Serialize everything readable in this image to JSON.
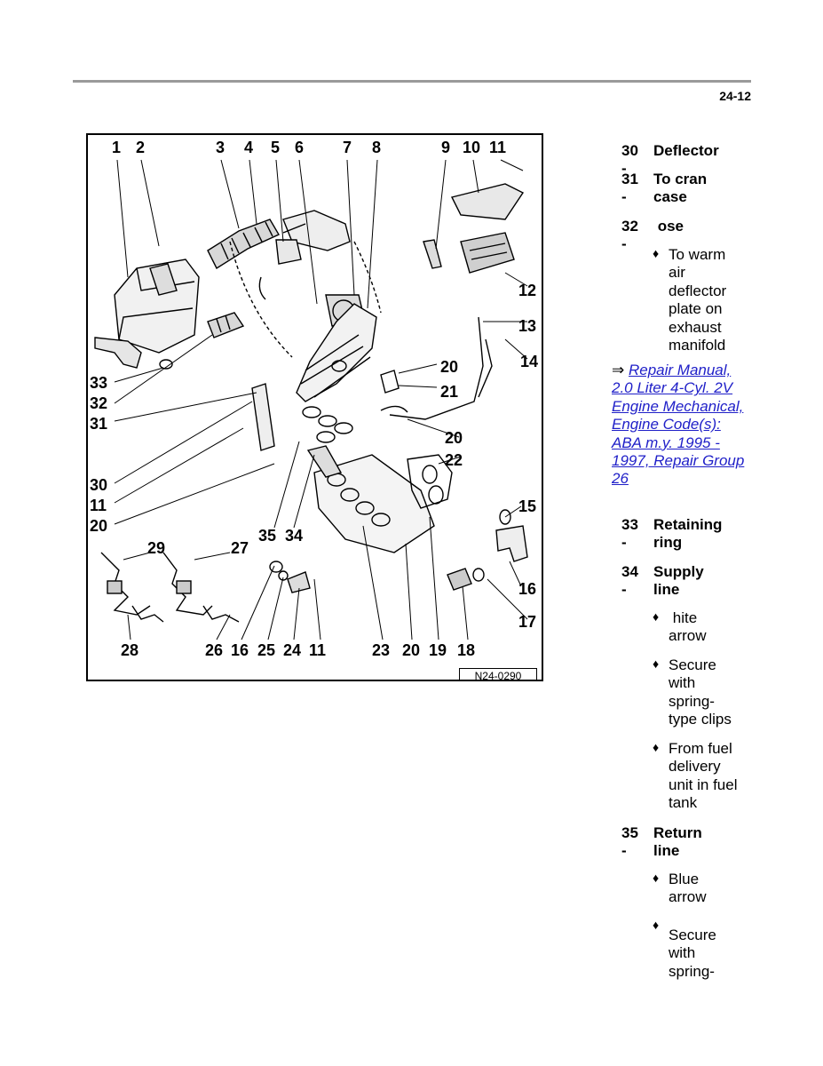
{
  "page": {
    "number": "24-12"
  },
  "figure": {
    "id": "N24-0290",
    "callouts_top": [
      "1",
      "2",
      "3",
      "4",
      "5",
      "6",
      "7",
      "8",
      "9",
      "10",
      "11"
    ],
    "callouts_right": [
      "12",
      "13",
      "14",
      "20",
      "21",
      "20",
      "22",
      "15",
      "16",
      "17"
    ],
    "callouts_left": [
      "33",
      "32",
      "31",
      "30",
      "11",
      "20"
    ],
    "callouts_mid": [
      "35",
      "34",
      "29",
      "27"
    ],
    "callouts_bottom": [
      "28",
      "26",
      "16",
      "25",
      "24",
      "11",
      "23",
      "20",
      "19",
      "18"
    ]
  },
  "items": [
    {
      "num": "30 -",
      "title": "Deflector"
    },
    {
      "num": "31 -",
      "title": "To cran case"
    },
    {
      "num": "32 -",
      "title": " ose"
    },
    {
      "num": "33 -",
      "title": "Retaining ring"
    },
    {
      "num": "34 -",
      "title": "Supply line"
    },
    {
      "num": "35 -",
      "title": "Return line"
    }
  ],
  "bullets": {
    "b32_1": "To warm air deflector plate on exhaust manifold",
    "b34_1": " hite arrow",
    "b34_2": "Secure with spring-type clips",
    "b34_3": "From fuel delivery unit in fuel tank",
    "b35_1": "Blue arrow",
    "b35_2": "Secure with spring-"
  },
  "bullet_symbol": "♦",
  "link": {
    "arrow": "⇒",
    "text": "Repair Manual, 2.0 Liter 4-Cyl. 2V Engine Mechanical, Engine Code(s): ABA m.y. 1995 - 1997, Repair Group 26",
    "color": "#1f1fc8"
  }
}
